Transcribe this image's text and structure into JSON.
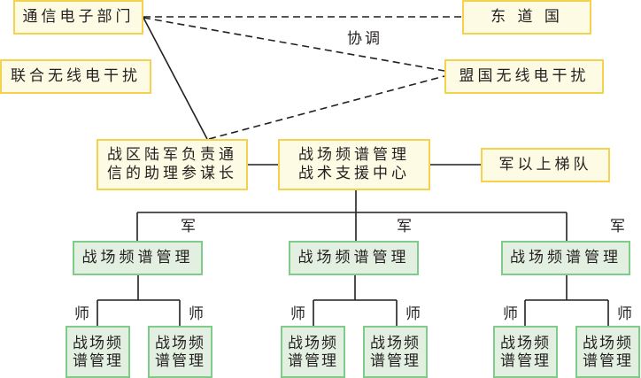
{
  "nodes": {
    "comm_dept": "通信电子部门",
    "host_nation": "东 道 国",
    "joint_interference": "联合无线电干扰",
    "allied_interference": "盟国无线电干扰",
    "theater_army_line1": "战区陆军负责通",
    "theater_army_line2": "信的助理参谋长",
    "center_line1": "战场频谱管理",
    "center_line2": "战术支援中心",
    "above_corps": "军以上梯队",
    "corps_unit": "战场频谱管理",
    "division_line1": "战场频",
    "division_line2": "谱管理"
  },
  "labels": {
    "coordination": "协调",
    "corps": "军",
    "division": "师"
  },
  "colors": {
    "yellow_fill": "#fdfbe3",
    "yellow_border": "#f5d24e",
    "green_fill": "#e3f0e1",
    "green_border": "#7fcb8a",
    "line": "#231f20"
  }
}
